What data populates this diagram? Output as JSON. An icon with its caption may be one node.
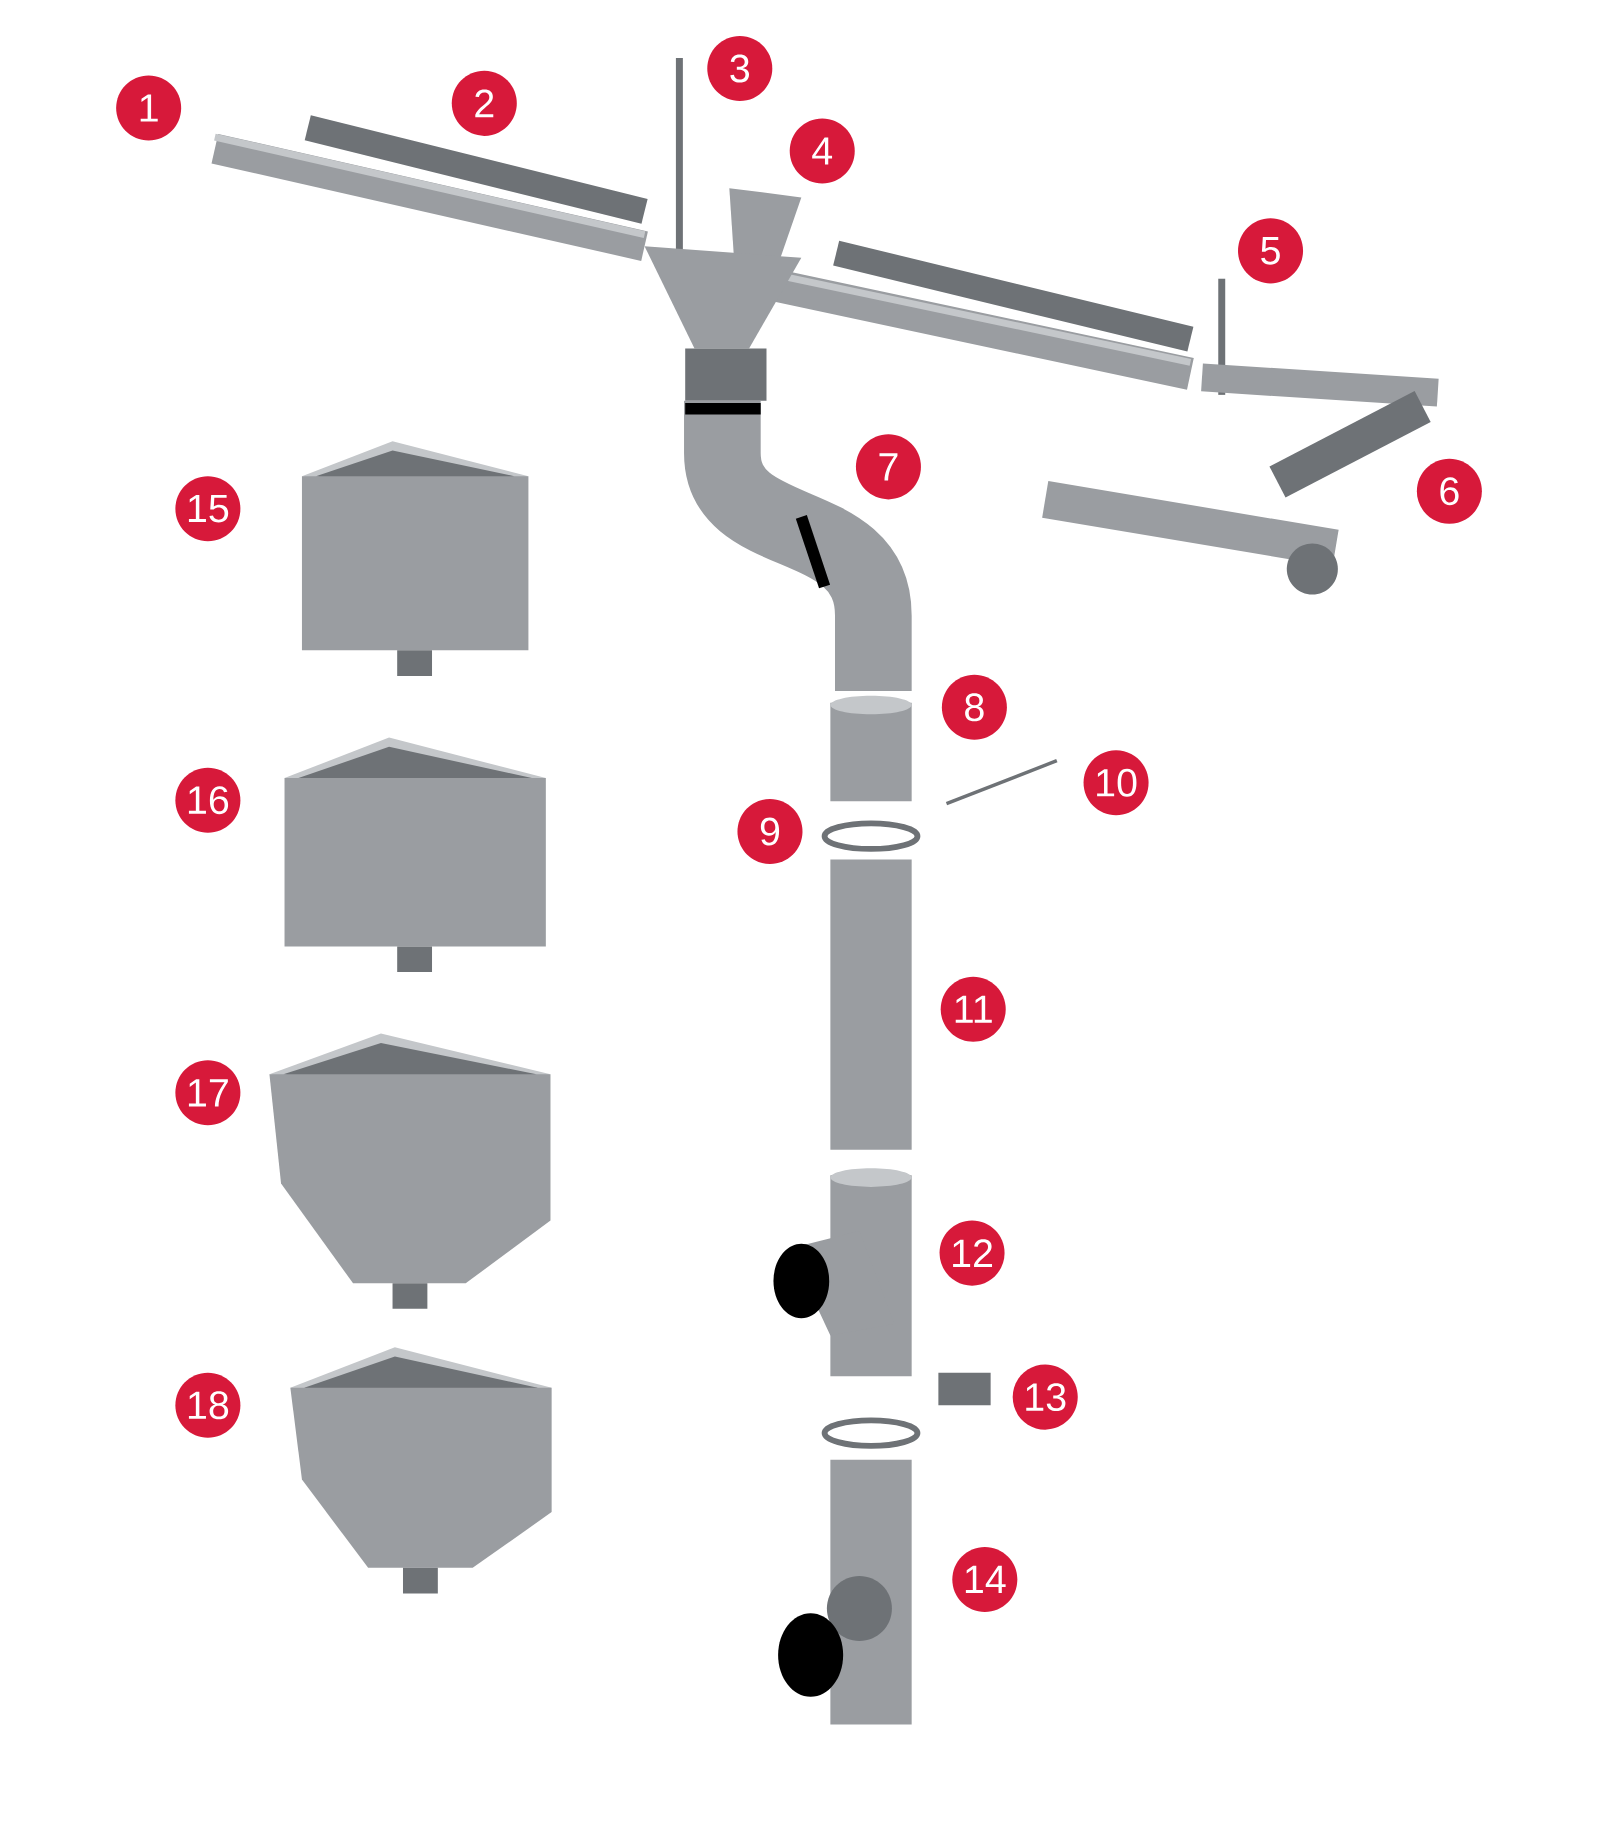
{
  "diagram": {
    "labels": [
      "1",
      "2",
      "3",
      "4",
      "5",
      "6",
      "7",
      "8",
      "9",
      "10",
      "11",
      "12",
      "13",
      "14",
      "15",
      "16",
      "17",
      "18"
    ]
  }
}
